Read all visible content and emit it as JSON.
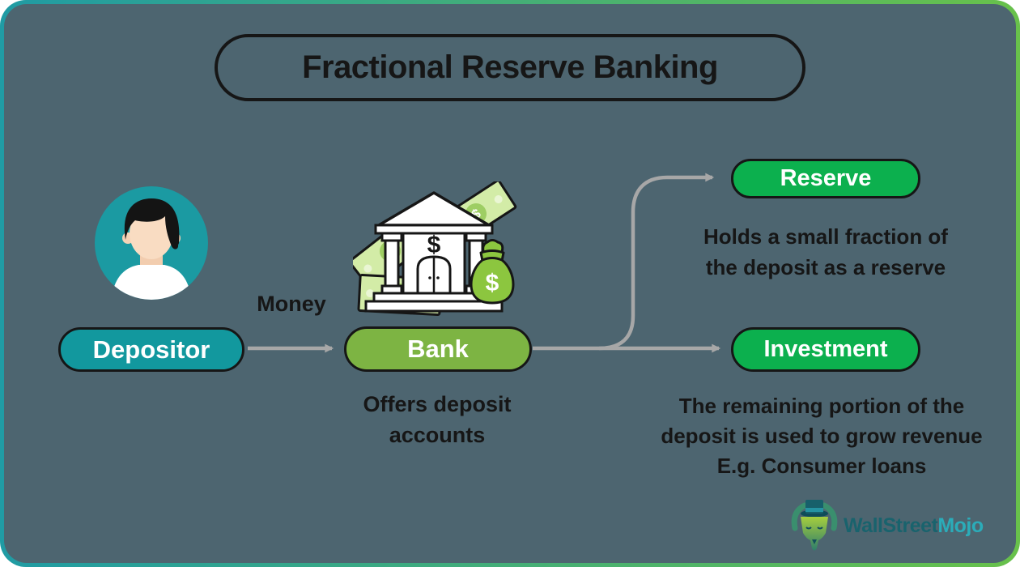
{
  "colors": {
    "bg": "#4D6570",
    "frame-teal": "#209BA4",
    "frame-green": "#68C14B",
    "depositor": "#12989E",
    "bank": "#7DB443",
    "reserve": "#0CB04E",
    "arrow": "#A7A7A7",
    "text-dark": "#161616",
    "logo-dark": "#19636D",
    "logo-light": "#2BACB9"
  },
  "title": "Fractional Reserve Banking",
  "flow": {
    "depositor": {
      "label": "Depositor"
    },
    "money_label": "Money",
    "bank": {
      "label": "Bank",
      "desc_lines": [
        "Offers deposit",
        "accounts"
      ]
    },
    "reserve": {
      "label": "Reserve",
      "desc_lines": [
        "Holds a small fraction of",
        "the deposit as a reserve"
      ]
    },
    "investment": {
      "label": "Investment",
      "desc_lines": [
        "The remaining portion of the",
        "deposit is used to grow revenue",
        "E.g. Consumer loans"
      ]
    }
  },
  "symbols": {
    "dollar": "$"
  },
  "logo": {
    "part1": "WallStreet",
    "part2": "Mojo"
  }
}
